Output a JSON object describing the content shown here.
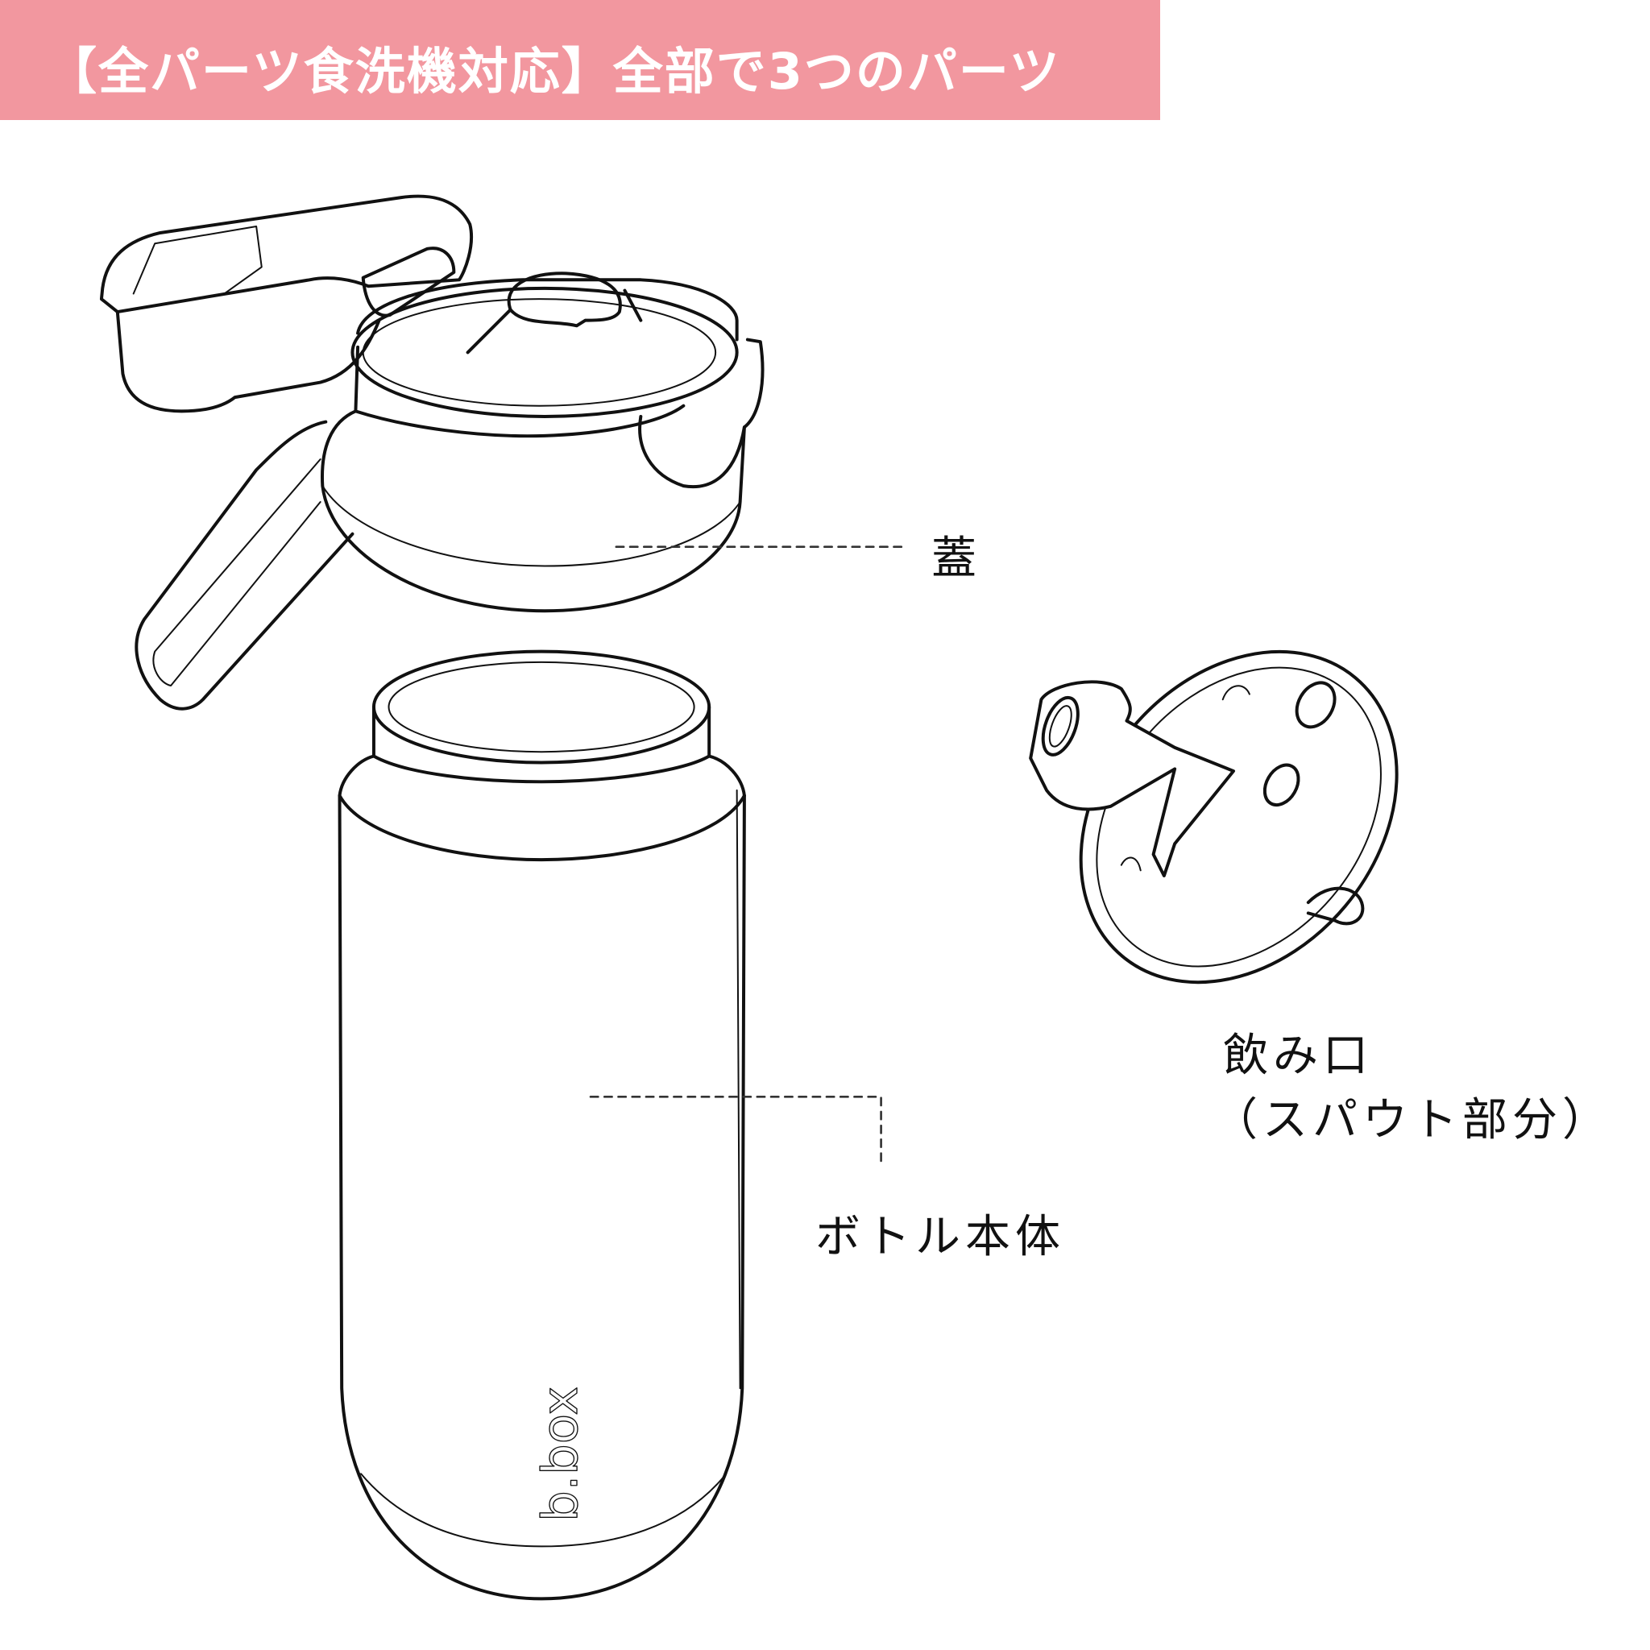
{
  "header": {
    "title": "【全パーツ食洗機対応】全部で3つのパーツ",
    "background_color": "#f2979f"
  },
  "labels": {
    "lid": "蓋",
    "spout_line1": "飲み口",
    "spout_line2": "（スパウト部分）",
    "bottle": "ボトル本体"
  },
  "logo": {
    "text": "b.box"
  }
}
